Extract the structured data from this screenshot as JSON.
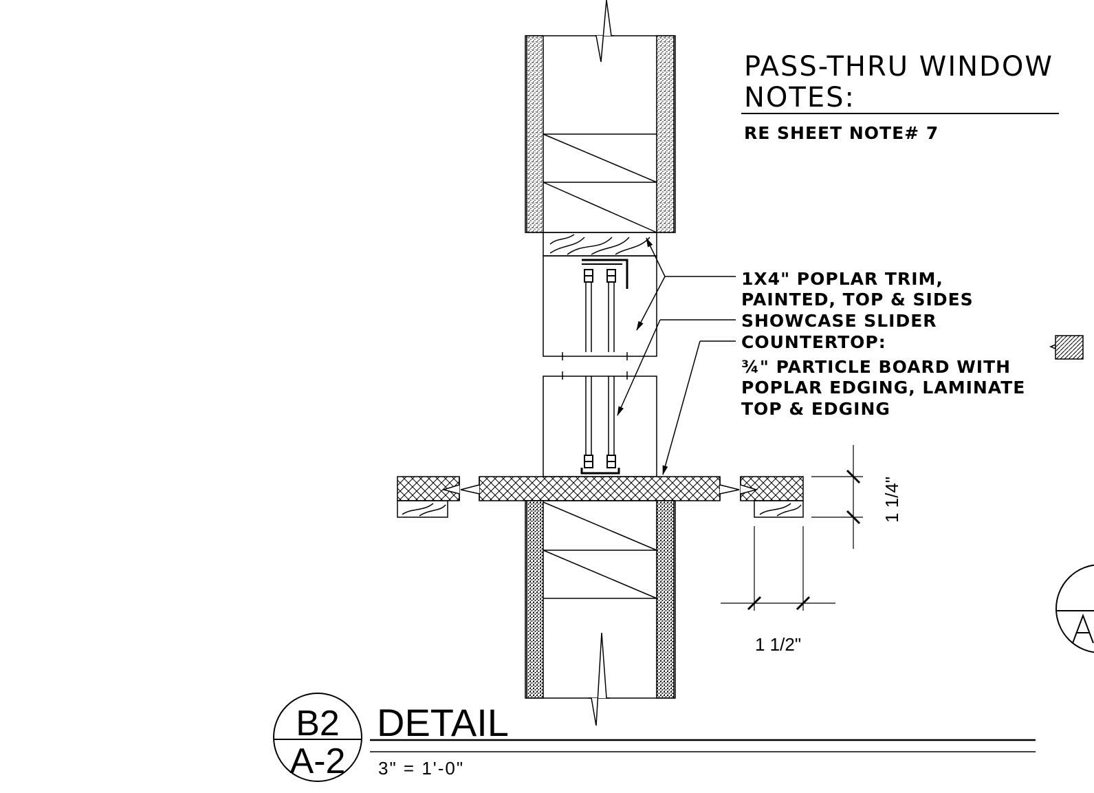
{
  "notes": {
    "title_line1": "PASS-THRU WINDOW",
    "title_line2": "NOTES:",
    "reference": "RE SHEET NOTE# 7"
  },
  "callouts": {
    "trim_line1": "1X4\" POPLAR TRIM,",
    "trim_line2": "PAINTED, TOP & SIDES",
    "slider": "SHOWCASE SLIDER",
    "countertop_label": "COUNTERTOP:",
    "countertop_line1": "¾\" PARTICLE BOARD WITH",
    "countertop_line2": "POPLAR EDGING, LAMINATE",
    "countertop_line3": "TOP & EDGING"
  },
  "dimensions": {
    "thickness": "1 1/4\"",
    "width": "1 1/2\""
  },
  "detail": {
    "bubble_top": "B2",
    "bubble_bottom": "A-2",
    "title": "DETAIL",
    "scale": "3\" = 1'-0\""
  },
  "colors": {
    "line": "#000000",
    "background": "#ffffff"
  }
}
